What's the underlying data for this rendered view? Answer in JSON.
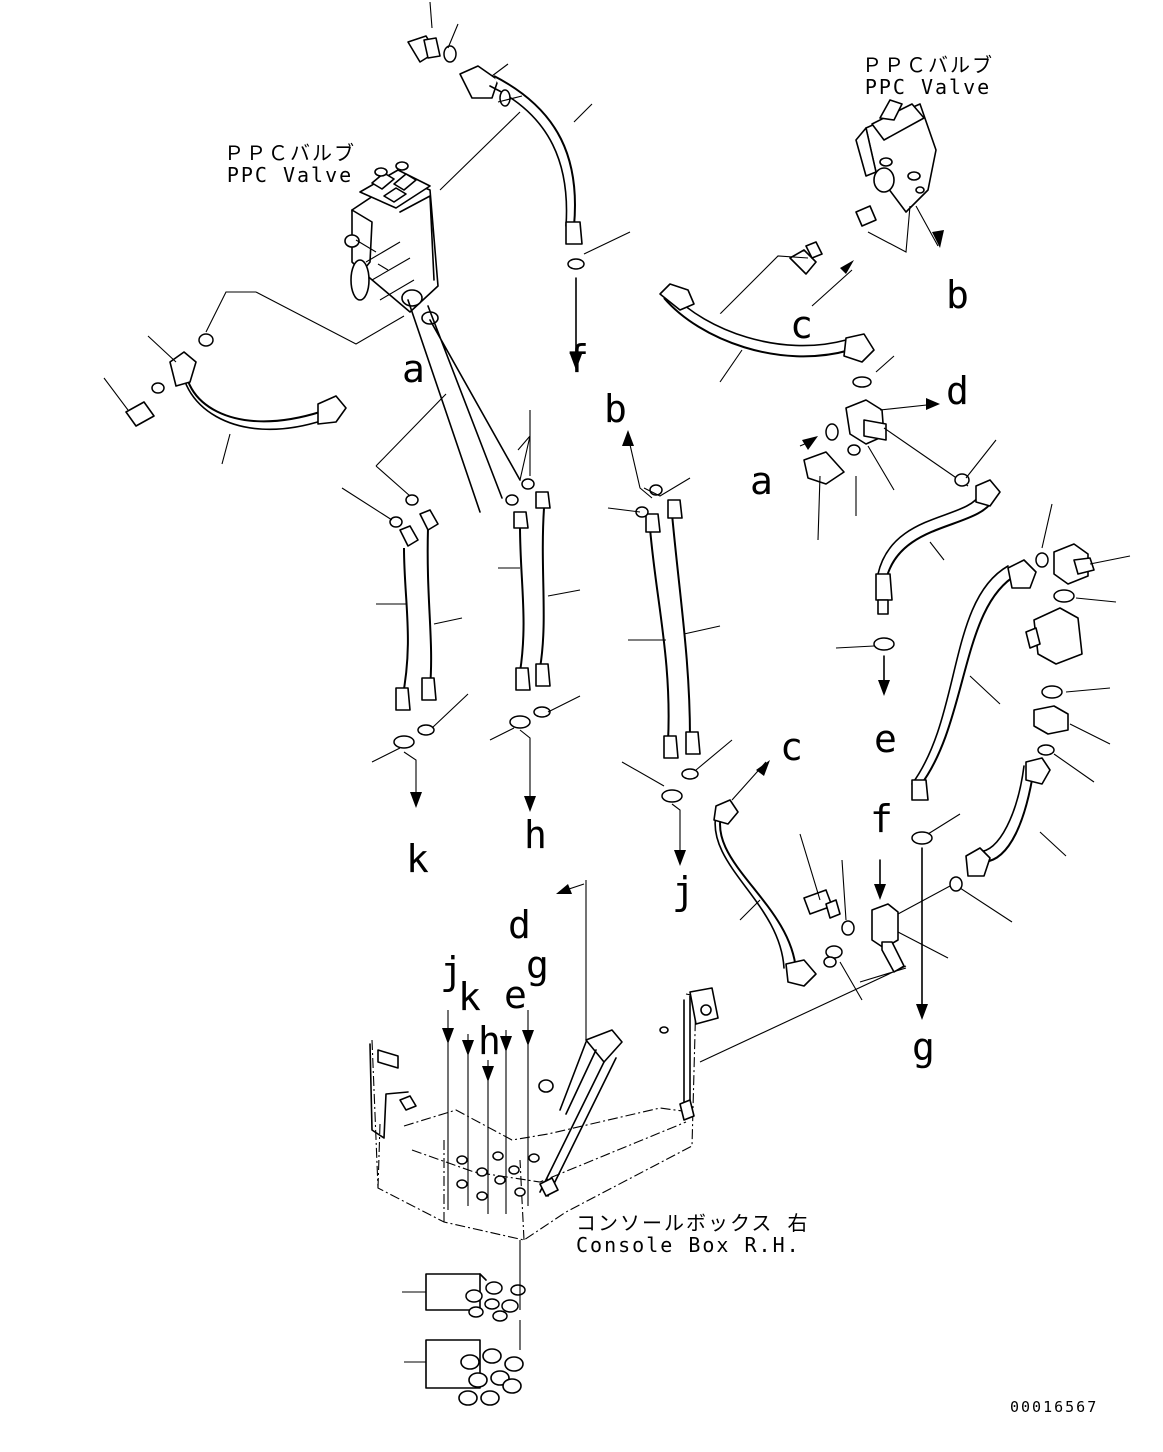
{
  "captions": {
    "ppc_left_jp": "ＰＰＣバルブ",
    "ppc_left_en": "PPC Valve",
    "ppc_right_jp": "ＰＰＣバルブ",
    "ppc_right_en": "PPC Valve",
    "console_jp": "コンソールボックス 右",
    "console_en": "Console Box R.H."
  },
  "drawing_number": "00016567",
  "connection_labels": [
    "a",
    "b",
    "c",
    "d",
    "e",
    "f",
    "g",
    "h",
    "j",
    "k"
  ],
  "colors": {
    "line": "#000000",
    "background": "#ffffff"
  }
}
